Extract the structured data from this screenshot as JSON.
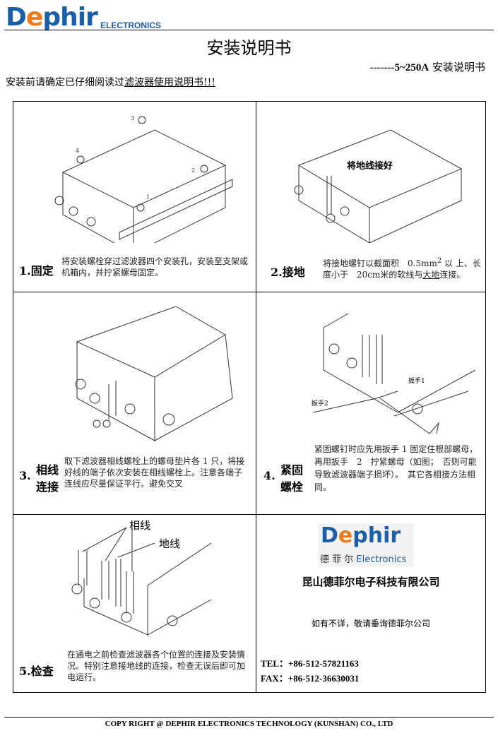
{
  "header": {
    "logo_text_a": "D",
    "logo_text_o": "e",
    "logo_text_b": "phir",
    "logo_sub": "ELECTRONICS"
  },
  "title": "安装说明书",
  "subtitle_model": "-------5~250A",
  "subtitle_text": "安装说明书",
  "warning_prefix": "安装前请确定已仔细阅读过",
  "warning_underlined": "滤波器使用说明书!!!",
  "steps": [
    {
      "label": "1.固定",
      "text": "将安装螺栓穿过滤波器四个安装孔，安装至支架或机箱内，并拧紧螺母固定。",
      "callouts": [
        "3",
        "4",
        "2",
        "1"
      ]
    },
    {
      "label": "2.接地",
      "text_a": "将接地螺钉以截面积　0.5mm",
      "sup": "2",
      "text_b": " 以 上、长度小于　20cm米的软线与",
      "text_u": "大地",
      "text_c": "连接。",
      "callouts": [
        "将地线接好"
      ]
    },
    {
      "num": "3.",
      "label_a": "相线",
      "label_b": "连接",
      "text": "取下滤波器相线螺栓上的螺母垫片各 1 只，将接好线的端子依次安装在相线螺栓上。注意各端子连线应尽量保证平行。避免交叉"
    },
    {
      "num": "4.",
      "label_a": "紧固",
      "label_b": "螺栓",
      "text": "紧固螺钉时应先用扳手 1 固定住根部螺母，再用扳手　2　拧紧螺母（如图；　否则可能导致滤波器端子损坏）。　其它各相接方法相同。",
      "callouts": [
        "扳手1",
        "扳手2"
      ]
    },
    {
      "label": "5.检查",
      "text": "在通电之前检查滤波器各个位置的连接及安装情况。特别注意接地线的连接，检查无误后即可加电运行。",
      "callouts": [
        "相线",
        "地线"
      ]
    }
  ],
  "company": {
    "logo_a": "D",
    "logo_o": "e",
    "logo_b": "phir",
    "logo_cn": "德 菲 尔",
    "logo_en": "Electronics",
    "name": "昆山德菲尔电子科技有限公司",
    "note": "如有不详，敬请垂询德菲尔公司",
    "tel": "TEL：+86-512-57821163",
    "fax": "FAX：+86-512-36630031"
  },
  "footer": "COPY RIGHT @ DEPHIR ELECTRONICS TECHNOLOGY (KUNSHAN) CO., LTD",
  "colors": {
    "brand_blue": "#1b5fa8",
    "brand_orange": "#f07a1a"
  }
}
